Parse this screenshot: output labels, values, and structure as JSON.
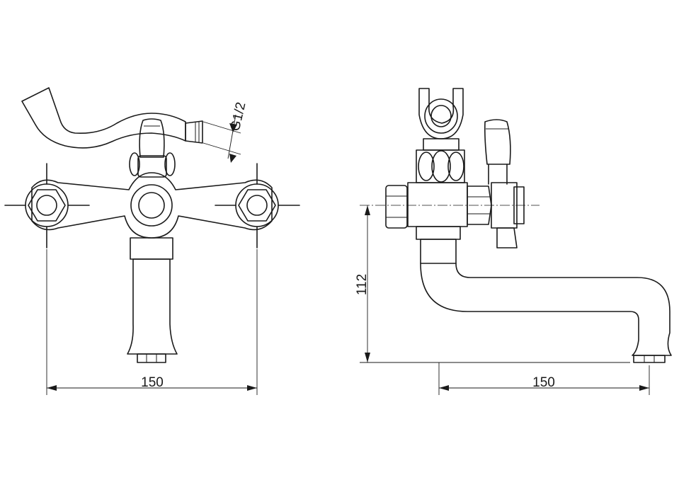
{
  "dimensions": {
    "front_width": "150",
    "side_length": "150",
    "side_height": "112",
    "thread": "G1/2"
  },
  "colors": {
    "line": "#1a1a1a",
    "background": "#ffffff"
  }
}
